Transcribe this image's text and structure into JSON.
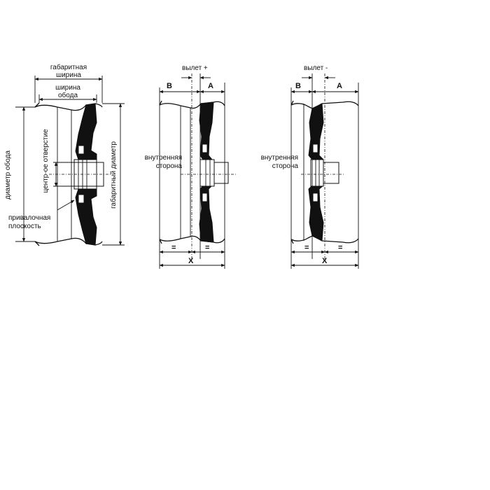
{
  "colors": {
    "ink": "#111111",
    "background": "#ffffff"
  },
  "left_diagram": {
    "overall_width": [
      "габаритная",
      "ширина"
    ],
    "rim_width": [
      "ширина",
      "обода"
    ],
    "rim_diameter": "диаметр обода",
    "center_bore": "центр-ое отверстие",
    "mounting_surface": [
      "привалочная",
      "плоскость"
    ],
    "overall_diameter": "габаритный диаметр"
  },
  "middle_diagram": {
    "offset": "вылет +",
    "label_b": "B",
    "label_a": "A",
    "inner_side": [
      "внутренняя",
      "сторона"
    ],
    "equal_left": "=",
    "equal_right": "=",
    "label_x": "X"
  },
  "right_diagram": {
    "offset": "вылет -",
    "label_b": "B",
    "label_a": "A",
    "inner_side": [
      "внутренняя",
      "сторона"
    ],
    "equal_left": "=",
    "equal_right": "=",
    "label_x": "X"
  }
}
